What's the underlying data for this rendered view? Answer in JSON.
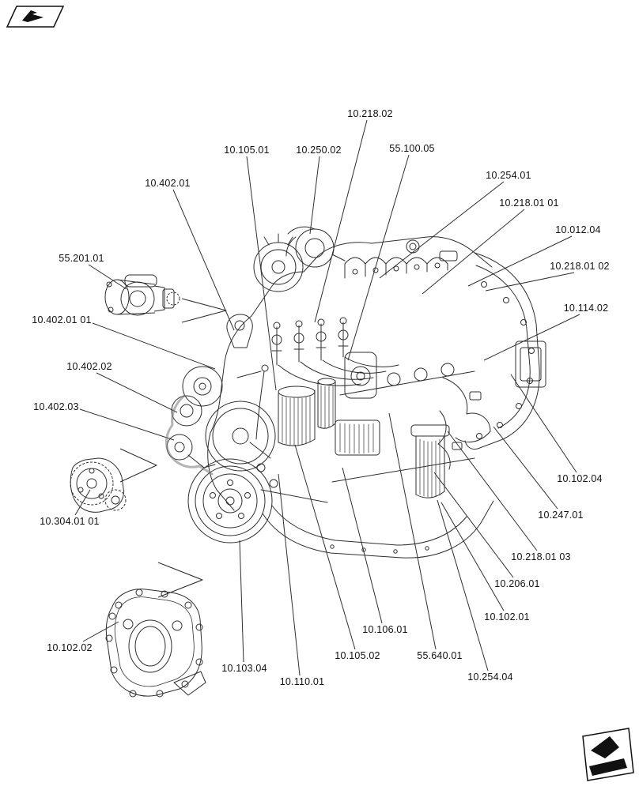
{
  "figure": {
    "background": "#ffffff",
    "line_color": "#2f2f2f",
    "label_color": "#111111"
  },
  "corner_icons": {
    "top_left": "page-marker-icon",
    "bottom_right": "next-figure-icon"
  },
  "labels": [
    {
      "text": "10.218.02"
    },
    {
      "text": "10.105.01"
    },
    {
      "text": "10.250.02"
    },
    {
      "text": "55.100.05"
    },
    {
      "text": "10.254.01"
    },
    {
      "text": "10.402.01"
    },
    {
      "text": "10.218.01 01"
    },
    {
      "text": "10.012.04"
    },
    {
      "text": "55.201.01"
    },
    {
      "text": "10.218.01 02"
    },
    {
      "text": "10.114.02"
    },
    {
      "text": "10.402.01 01"
    },
    {
      "text": "10.402.02"
    },
    {
      "text": "10.402.03"
    },
    {
      "text": "10.102.04"
    },
    {
      "text": "10.304.01 01"
    },
    {
      "text": "10.247.01"
    },
    {
      "text": "10.218.01 03"
    },
    {
      "text": "10.206.01"
    },
    {
      "text": "10.102.01"
    },
    {
      "text": "10.102.02"
    },
    {
      "text": "10.106.01"
    },
    {
      "text": "10.105.02"
    },
    {
      "text": "55.640.01"
    },
    {
      "text": "10.103.04"
    },
    {
      "text": "10.110.01"
    },
    {
      "text": "10.254.04"
    }
  ]
}
